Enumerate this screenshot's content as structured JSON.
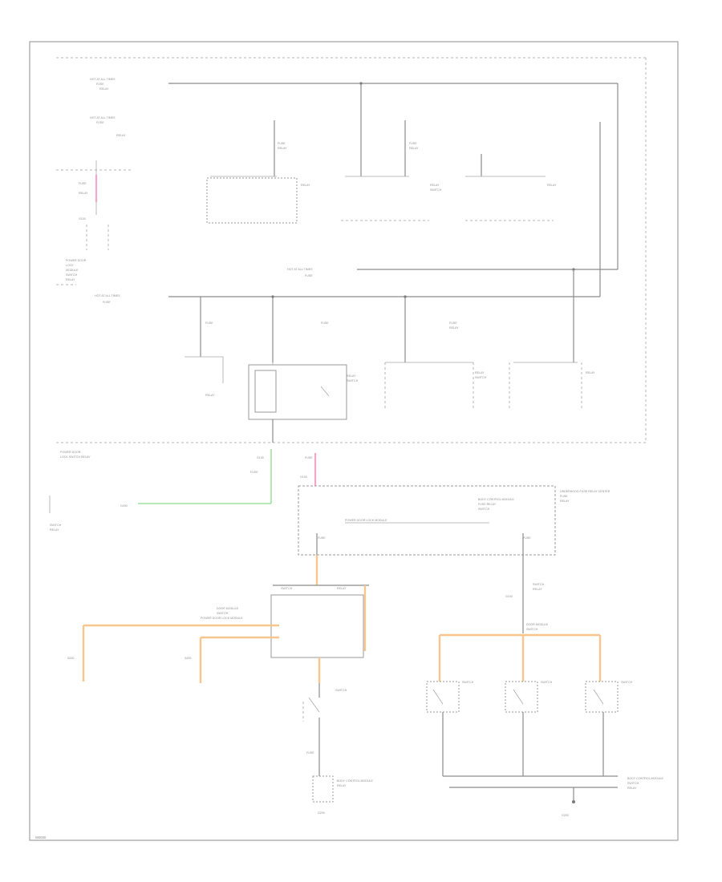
{
  "diagram": {
    "reference_code": "W0000",
    "colors": {
      "wire_default": "#8c8c8c",
      "wire_pink": "#f4a6c6",
      "wire_green": "#9fe0a0",
      "wire_orange": "#f7c58e",
      "frame": "#a0a0a0"
    },
    "labels": {
      "hot_at_all_times": "HOT AT ALL TIMES",
      "fuse_a": "FUSE",
      "fuse_b": "FUSE",
      "fuse_c": "FUSE",
      "fuse_d": "FUSE",
      "fuse_e": "FUSE",
      "fuse_f": "FUSE",
      "relay_a": "RELAY",
      "relay_b": "RELAY",
      "relay_c": "RELAY",
      "relay_d": "RELAY",
      "relay_e": "RELAY",
      "relay_f": "RELAY",
      "underhood_fuse_block": "UNDERHOOD FUSE RELAY CENTER",
      "ground_a": "G100",
      "ground_b": "G200",
      "door_module": "DOOR MODULE",
      "switch_a": "SWITCH",
      "switch_b": "SWITCH",
      "switch_c": "SWITCH",
      "switch_d": "SWITCH",
      "module_note": "POWER DOOR LOCK MODULE",
      "body_control": "BODY CONTROL MODULE",
      "splice": "S200"
    }
  }
}
